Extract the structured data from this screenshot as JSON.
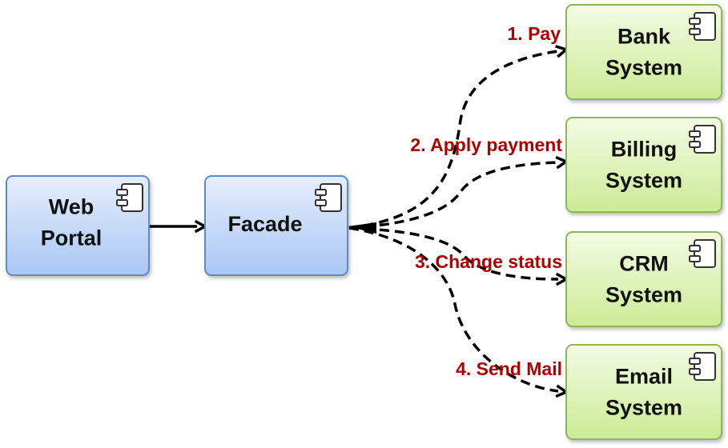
{
  "colors": {
    "blue_fill_top": "#E6EEFC",
    "blue_fill_bottom": "#A9C7F5",
    "blue_border": "#5E89C7",
    "green_fill_top": "#F3FBE4",
    "green_fill_bottom": "#CBEB95",
    "green_border": "#8FB45A",
    "label_red": "#B00000",
    "line": "#000000"
  },
  "nodes": [
    {
      "id": "web-portal",
      "lines": [
        "Web",
        "Portal"
      ],
      "style": "blue",
      "icon": "component-icon"
    },
    {
      "id": "facade",
      "lines": [
        "Facade"
      ],
      "style": "blue",
      "icon": "component-icon"
    },
    {
      "id": "bank-system",
      "lines": [
        "Bank",
        "System"
      ],
      "style": "green",
      "icon": "component-icon"
    },
    {
      "id": "billing-system",
      "lines": [
        "Billing",
        "System"
      ],
      "style": "green",
      "icon": "component-icon"
    },
    {
      "id": "crm-system",
      "lines": [
        "CRM",
        "System"
      ],
      "style": "green",
      "icon": "component-icon"
    },
    {
      "id": "email-system",
      "lines": [
        "Email",
        "System"
      ],
      "style": "green",
      "icon": "component-icon"
    }
  ],
  "edges": [
    {
      "from": "web-portal",
      "to": "facade",
      "label": "",
      "style": "solid"
    },
    {
      "from": "facade",
      "to": "bank-system",
      "label": "1. Pay",
      "style": "dashed"
    },
    {
      "from": "facade",
      "to": "billing-system",
      "label": "2. Apply payment",
      "style": "dashed"
    },
    {
      "from": "facade",
      "to": "crm-system",
      "label": "3. Change status",
      "style": "dashed"
    },
    {
      "from": "facade",
      "to": "email-system",
      "label": "4. Send Mail",
      "style": "dashed"
    }
  ]
}
